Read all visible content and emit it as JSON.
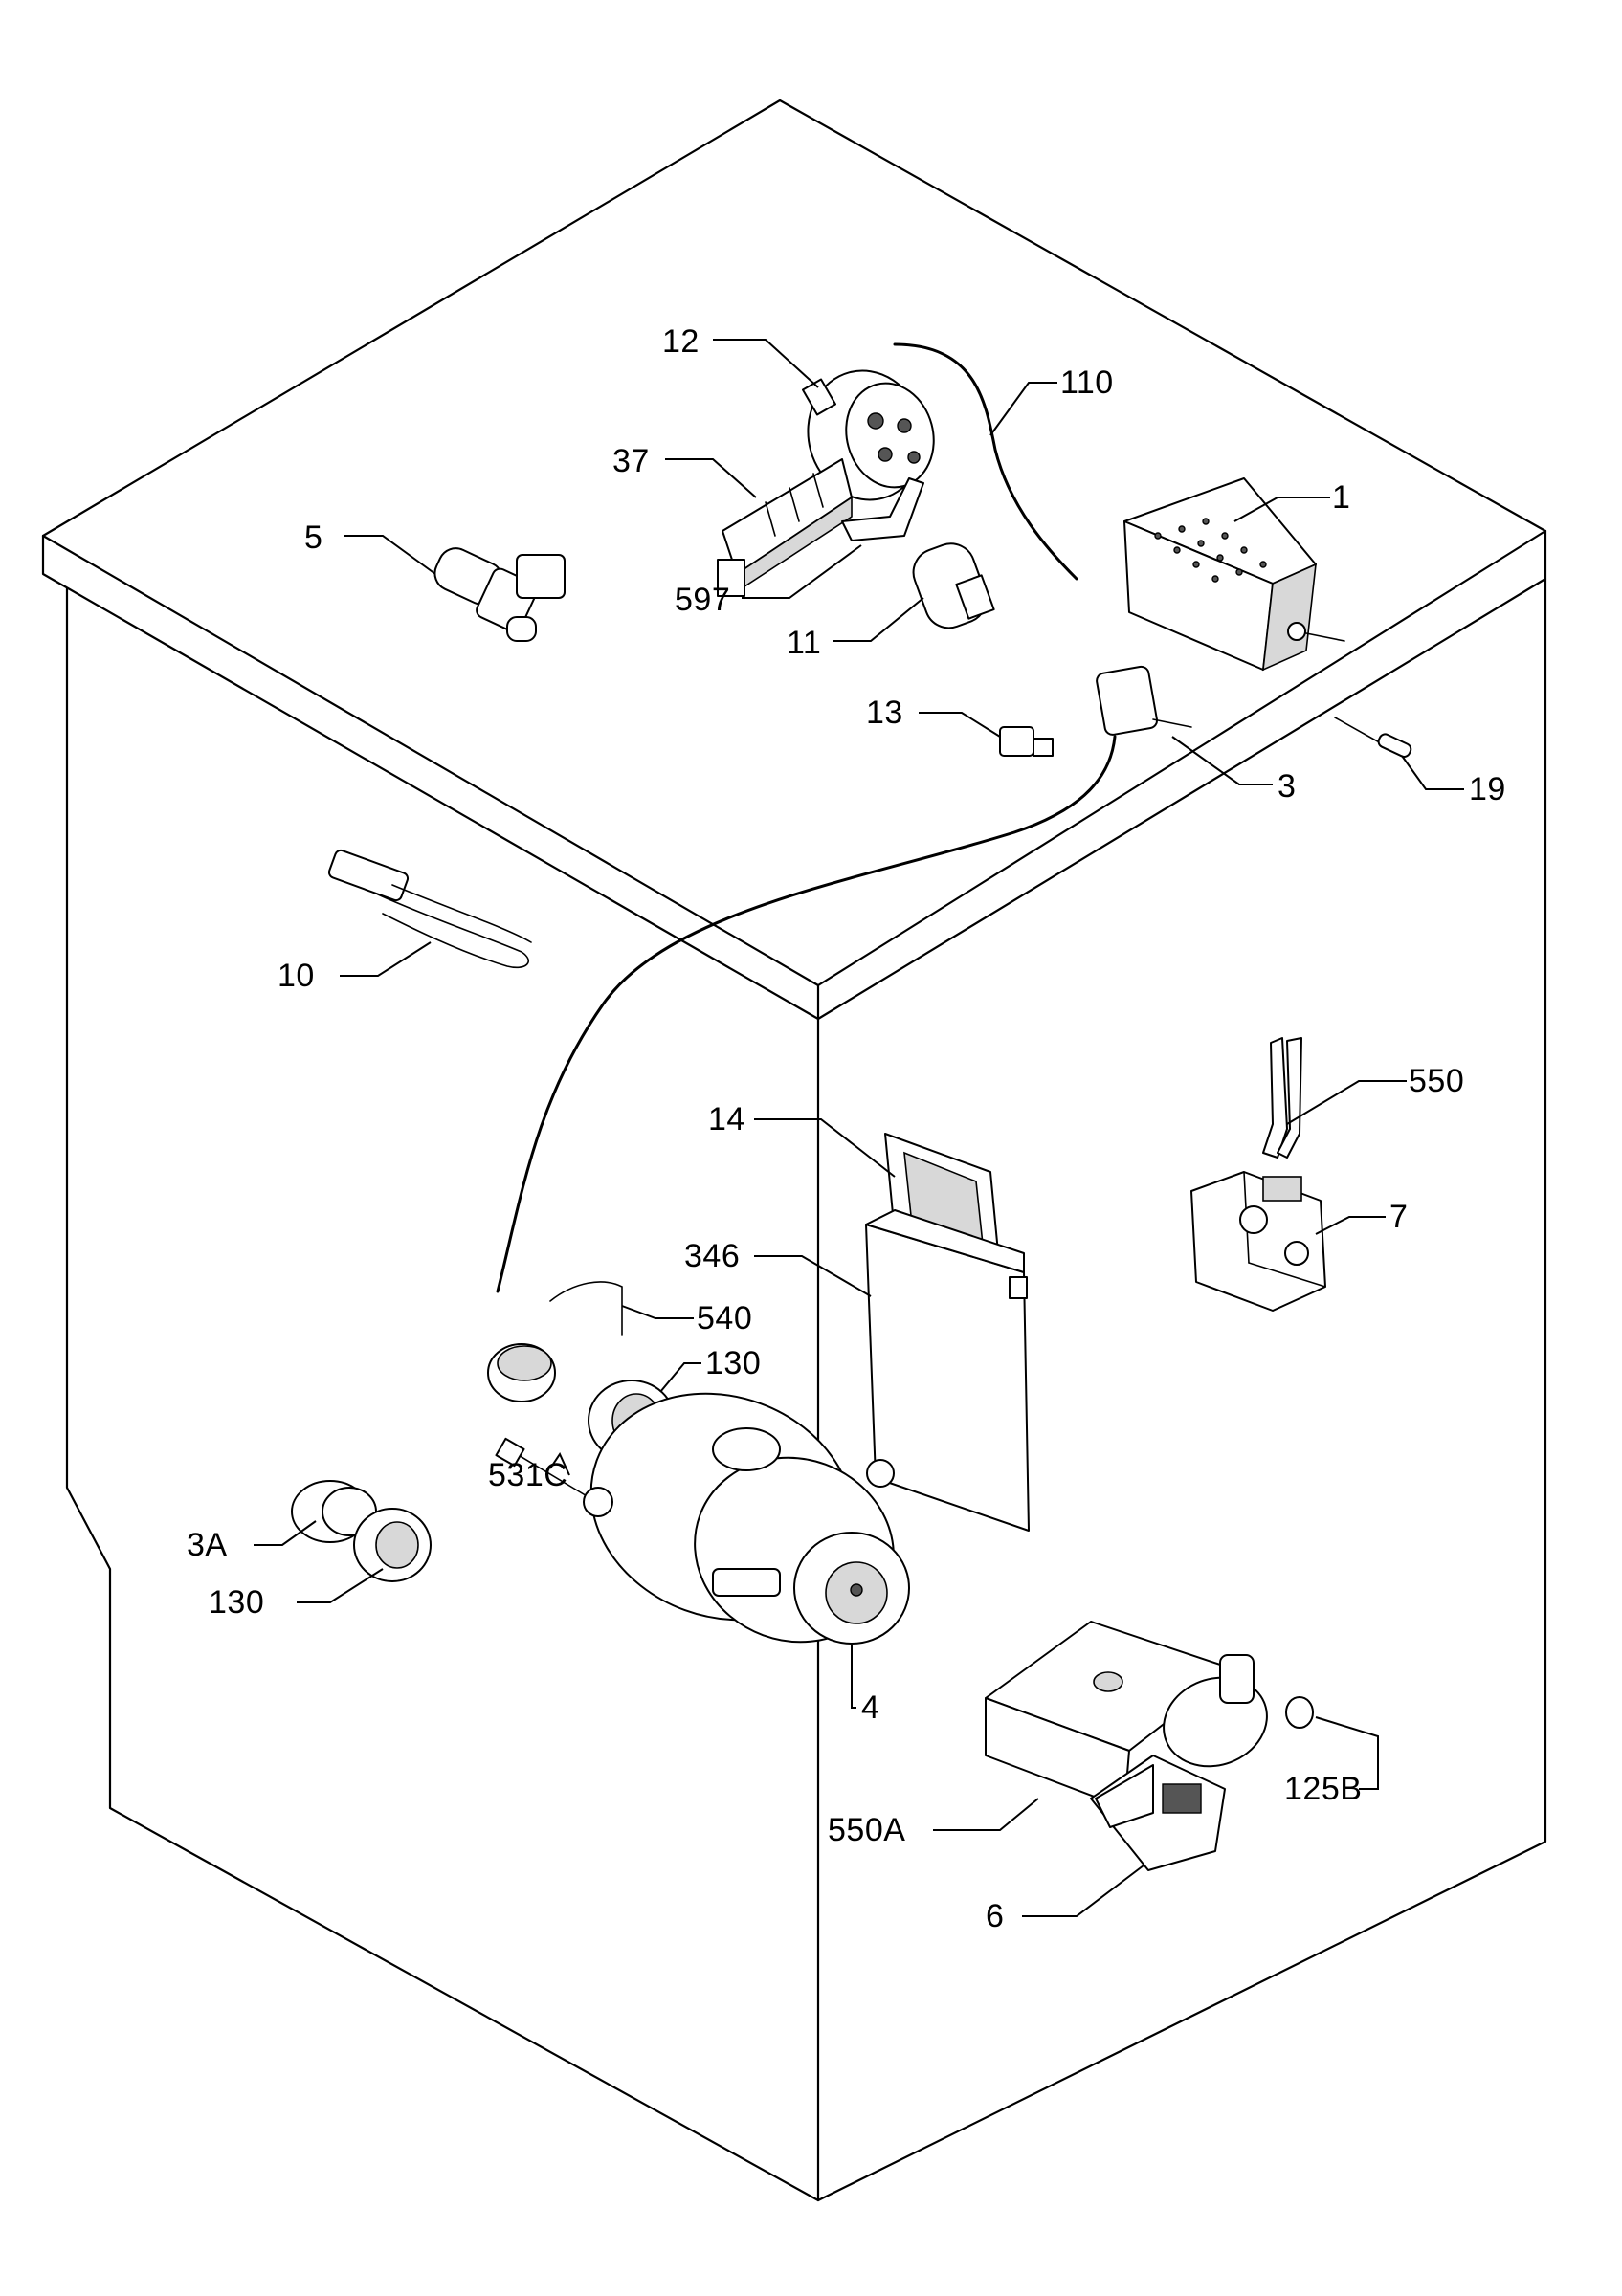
{
  "diagram": {
    "part_labels": [
      {
        "id": "p1",
        "text": "1"
      },
      {
        "id": "p3",
        "text": "3"
      },
      {
        "id": "p3a",
        "text": "3A"
      },
      {
        "id": "p4",
        "text": "4"
      },
      {
        "id": "p5",
        "text": "5"
      },
      {
        "id": "p6",
        "text": "6"
      },
      {
        "id": "p7",
        "text": "7"
      },
      {
        "id": "p10",
        "text": "10"
      },
      {
        "id": "p11",
        "text": "11"
      },
      {
        "id": "p12",
        "text": "12"
      },
      {
        "id": "p13",
        "text": "13"
      },
      {
        "id": "p14",
        "text": "14"
      },
      {
        "id": "p19",
        "text": "19"
      },
      {
        "id": "p37",
        "text": "37"
      },
      {
        "id": "p110",
        "text": "110"
      },
      {
        "id": "p125b",
        "text": "125B"
      },
      {
        "id": "p130a",
        "text": "130"
      },
      {
        "id": "p130b",
        "text": "130"
      },
      {
        "id": "p346",
        "text": "346"
      },
      {
        "id": "p531c",
        "text": "531C"
      },
      {
        "id": "p540",
        "text": "540"
      },
      {
        "id": "p550",
        "text": "550"
      },
      {
        "id": "p550a",
        "text": "550A"
      },
      {
        "id": "p597",
        "text": "597"
      }
    ]
  }
}
